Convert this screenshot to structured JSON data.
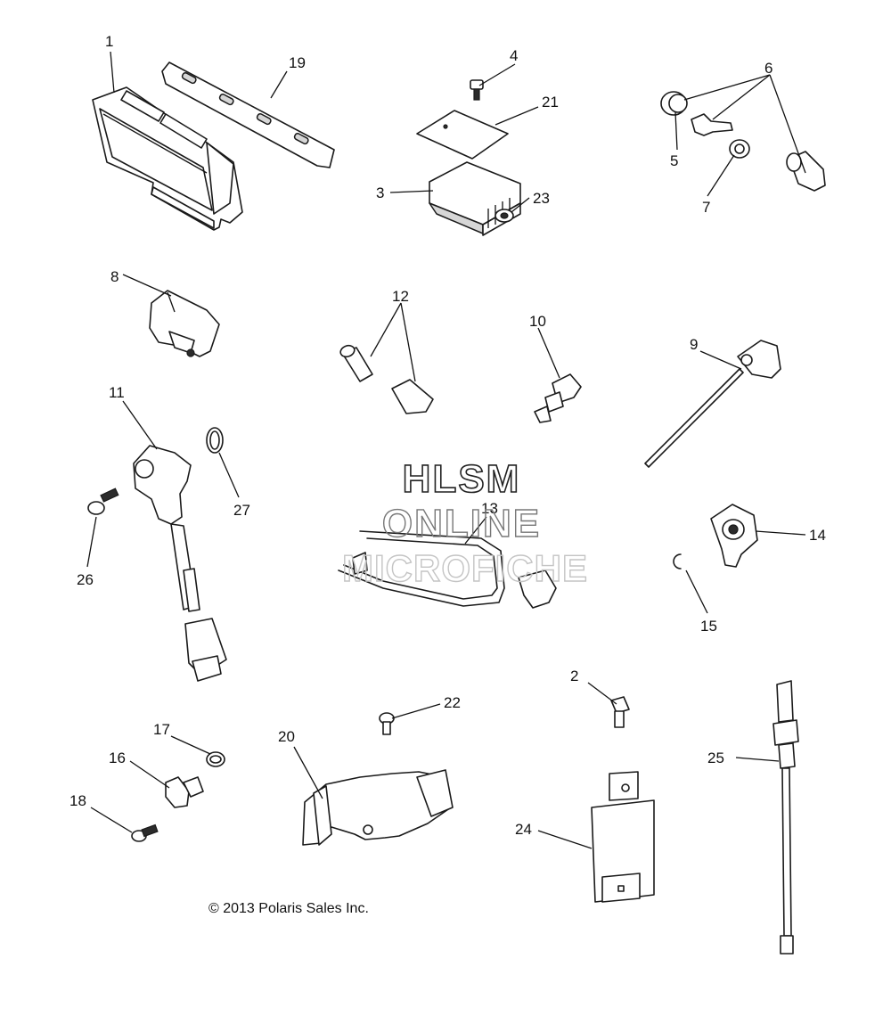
{
  "watermark": {
    "line1": "HLSM",
    "line2": "ONLINE",
    "line3": "MICROFICHE"
  },
  "copyright": "© 2013 Polaris Sales Inc.",
  "callouts": {
    "c1": "1",
    "c2": "2",
    "c3": "3",
    "c4": "4",
    "c5": "5",
    "c6": "6",
    "c7": "7",
    "c8": "8",
    "c9": "9",
    "c10": "10",
    "c11": "11",
    "c12": "12",
    "c13": "13",
    "c14": "14",
    "c15": "15",
    "c16": "16",
    "c17": "17",
    "c18": "18",
    "c19": "19",
    "c20": "20",
    "c21": "21",
    "c22": "22",
    "c23": "23",
    "c24": "24",
    "c25": "25",
    "c26": "26",
    "c27": "27"
  }
}
